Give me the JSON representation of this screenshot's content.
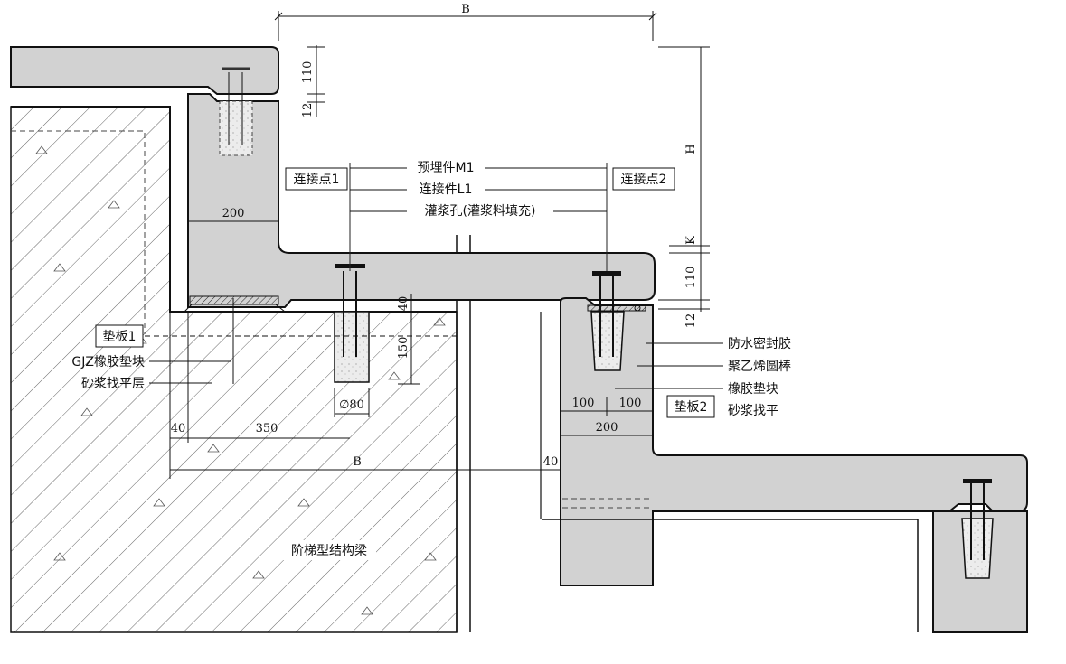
{
  "colors": {
    "concrete": "#d2d2d2",
    "hatch": "#666666",
    "line": "#111111",
    "grout": "#e8e8e8"
  },
  "dimensions": {
    "top_B": "B",
    "d110_top": "110",
    "d12_top": "12",
    "H": "H",
    "K": "K",
    "d110_mid": "110",
    "d12_mid": "12",
    "d200_left": "200",
    "d40_grout": "40",
    "d150": "150",
    "phi80": "∅80",
    "d40_bottom": "40",
    "d350": "350",
    "bottom_B": "B",
    "d40_right": "40",
    "d100_a": "100",
    "d100_b": "100",
    "d200_right": "200"
  },
  "labels": {
    "embedded_m1": "预埋件M1",
    "connector_l1": "连接件L1",
    "grout_hole": "灌浆孔(灌浆料填充)",
    "connection_point_1": "连接点1",
    "connection_point_2": "连接点2",
    "pad_1": "垫板1",
    "rubber_pad": "GJZ橡胶垫块",
    "mortar_leveling_layer": "砂浆找平层",
    "waterproof_sealant": "防水密封胶",
    "pe_rod": "聚乙烯圆棒",
    "rubber_pad_2": "橡胶垫块",
    "pad_2": "垫板2",
    "mortar_leveling": "砂浆找平",
    "stepped_beam": "阶梯型结构梁"
  }
}
